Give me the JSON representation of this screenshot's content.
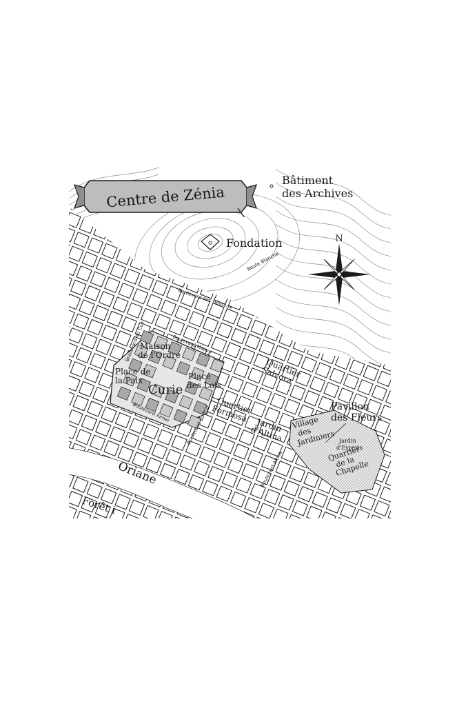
{
  "map": {
    "title": "Centre de Zénia",
    "compass_letter": "N",
    "colors": {
      "ink": "#1a1a1a",
      "paper": "#ffffff",
      "plaza": "#d8d8d8",
      "contour": "#8a8a8a"
    },
    "places": {
      "archives_1": "Bâtiment",
      "archives_2": "des Archives",
      "fondation": "Fondation",
      "route_blanche": "Route Blanche",
      "bd_heureux": "Boulevard des Heureux",
      "bd_cuir": "Boulevard du Cuir",
      "bd_majeur": "Boulevard Majeur",
      "maison_1": "Maison",
      "maison_2": "de l'Ordre",
      "place_paix_1": "Place de",
      "place_paix_2": "la Paix",
      "place_lois_1": "Place",
      "place_lois_2": "des Lois",
      "curie": "Curie",
      "salvora_1": "Quartier",
      "salvora_2": "Salvora",
      "formosa_1": "Quartier",
      "formosa_2": "Formosa",
      "bd_aimer": "Boulevard Aimer",
      "bd_sud": "Boulevard du Sud",
      "jardin_altina_1": "Jardin",
      "jardin_altina_2": "d'Altina",
      "pavillon_1": "Pavillon",
      "pavillon_2": "des Fleurs",
      "village_1": "Village",
      "village_2": "des",
      "village_3": "Jardiniers",
      "jardin_esperia_1": "Jardin",
      "jardin_esperia_2": "d'Espéria",
      "chapelle_1": "Quartier",
      "chapelle_2": "de la",
      "chapelle_3": "Chapelle",
      "bd_altina": "Boulevard Altina",
      "oriane": "Oriane",
      "foret": "Forêt i"
    }
  }
}
